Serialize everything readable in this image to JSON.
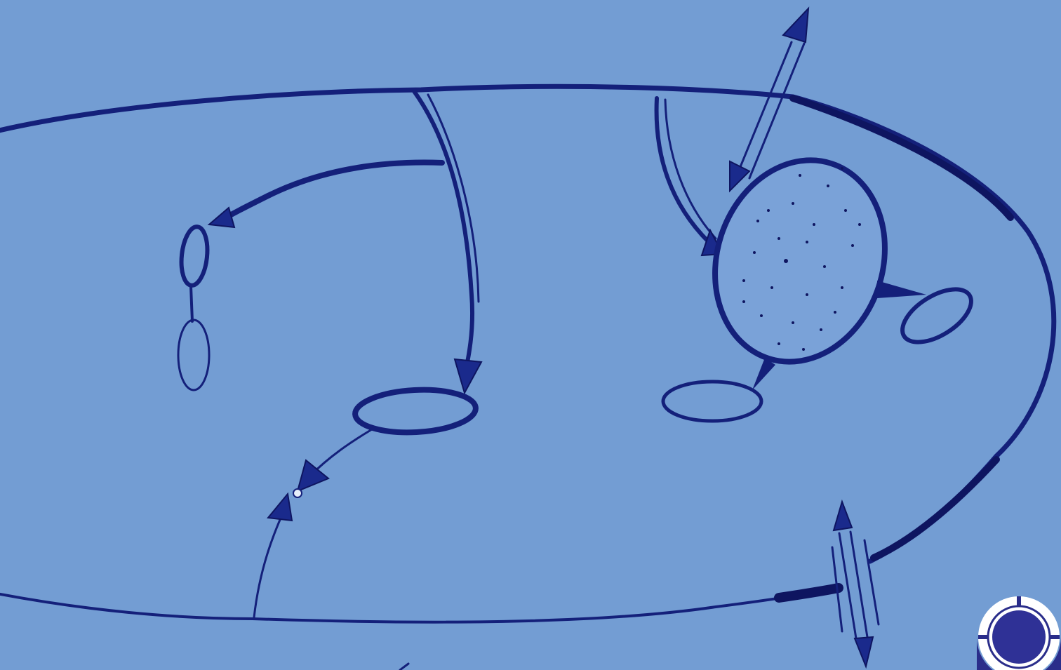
{
  "diagram": {
    "background_color": "#739dd3",
    "ink_color": "#14207a",
    "nucleus_fill": "#7aa2d8",
    "badge_colors": {
      "ring": "#ffffff",
      "core": "#2f3196",
      "band": "#2a2d8a"
    },
    "elements": [
      {
        "name": "cell-membrane",
        "kind": "oval outline"
      },
      {
        "name": "nucleus",
        "kind": "speckled oval"
      },
      {
        "name": "organelle-upper-right",
        "kind": "small oval"
      },
      {
        "name": "organelle-lower-right",
        "kind": "small oval"
      },
      {
        "name": "center-organelle",
        "kind": "oval"
      },
      {
        "name": "dividing-pair",
        "kind": "two linked ovals"
      },
      {
        "name": "double-arrow-top",
        "kind": "bidirectional arrow"
      },
      {
        "name": "double-arrow-bottom",
        "kind": "bidirectional arrow"
      }
    ]
  }
}
